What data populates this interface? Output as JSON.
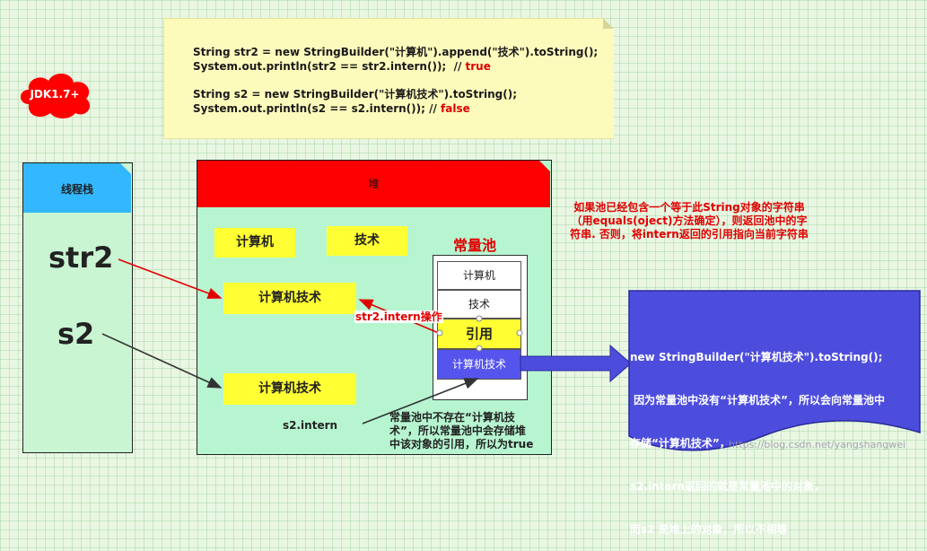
{
  "code_note": {
    "line1": "String str2 = new StringBuilder(\"计算机\").append(\"技术\").toString();",
    "line2_a": "System.out.println(str2 == str2.intern());  // ",
    "line2_b": "true",
    "line3": "String s2 = new StringBuilder(\"计算机技术\").toString();",
    "line4_a": "System.out.println(s2 == s2.intern()); // ",
    "line4_b": "false"
  },
  "jdk_label": "JDK1.7+",
  "thread_stack": {
    "title": "线程栈",
    "var1": "str2",
    "var2": "s2"
  },
  "heap": {
    "title": "堆",
    "box_computer": "计算机",
    "box_tech": "技术",
    "box_str2": "计算机技术",
    "box_s2": "计算机技术",
    "intern_label": "str2.intern操作",
    "s2_intern_label": "s2.intern"
  },
  "constant_pool": {
    "title": "常量池",
    "cell1": "计算机",
    "cell2": "技术",
    "cell3": "引用",
    "cell4": "计算机技术"
  },
  "intern_description": {
    "line1": "如果池已经包含一个等于此String对象的字符串",
    "line2": "（用equals(oject)方法确定），则返回池中的字",
    "line3": "符串. 否则，将intern返回的引用指向当前字符串"
  },
  "callout": {
    "line1": "new StringBuilder(\"计算机技术\").toString();",
    "line2": " 因为常量池中没有“计算机技术”，所以会向常量池中",
    "line3": "存储“计算机技术”，",
    "line4": "s2.intern返回的就是常量池中的对象，",
    "line5": "而s2 是堆上的对象，所以不相等"
  },
  "bottom_note": {
    "line1": "常量池中不存在“计算机技",
    "line2": "术”，所以常量池中会存储堆",
    "line3": "中该对象的引用，所以为true"
  },
  "watermark": "https://blog.csdn.net/yangshangwei",
  "colors": {
    "heap_header": "#ff0000",
    "stack_header": "#33b8ff",
    "highlight_box": "#ffff33",
    "pool_cell_blue": "#5555ee",
    "accent_red": "#e00000"
  }
}
